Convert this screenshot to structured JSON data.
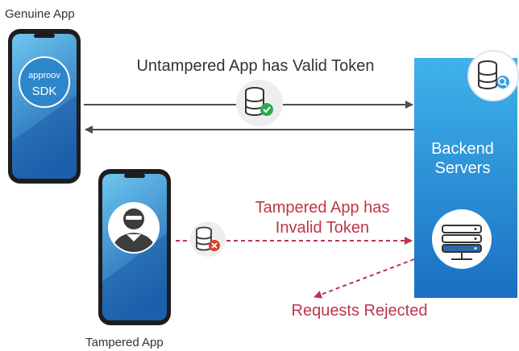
{
  "labels": {
    "genuine_app": "Genuine App",
    "tampered_app": "Tampered App",
    "sdk_line1": "approov",
    "sdk_line2": "SDK",
    "valid_token": "Untampered App has Valid Token",
    "invalid_token_line1": "Tampered App has",
    "invalid_token_line2": "Invalid Token",
    "backend_line1": "Backend",
    "backend_line2": "Servers",
    "rejected": "Requests Rejected"
  },
  "colors": {
    "phone_body": "#1d1d1f",
    "screen_top": "#6fc7ef",
    "screen_bottom": "#1c62b0",
    "server_top": "#3fb3ea",
    "server_bottom": "#1a6fc2",
    "valid_arrow": "#4d4d4d",
    "invalid_arrow": "#c0344a",
    "check_badge": "#2fa84f",
    "fail_badge": "#d9402b"
  },
  "icons": [
    "database-check-icon",
    "database-error-icon",
    "database-search-icon",
    "server-rack-icon",
    "hacker-avatar-icon"
  ]
}
